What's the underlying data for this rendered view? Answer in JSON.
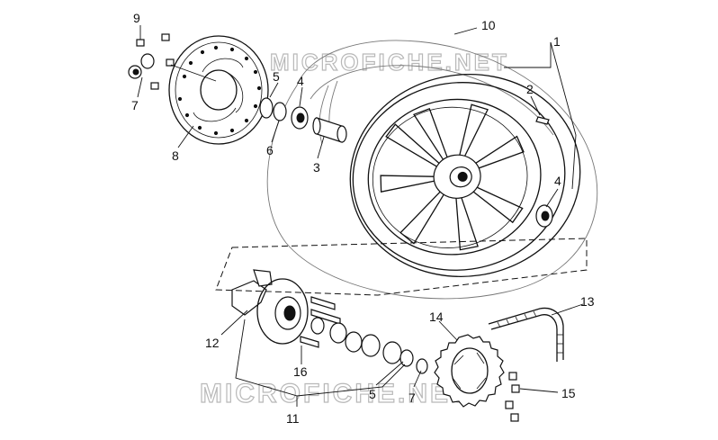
{
  "watermark": {
    "top": "MICROFICHE.NET",
    "bottom": "MICROFICHE.NET"
  },
  "callouts": [
    {
      "id": "c1",
      "text": "1"
    },
    {
      "id": "c2",
      "text": "2"
    },
    {
      "id": "c3",
      "text": "3"
    },
    {
      "id": "c4a",
      "text": "4"
    },
    {
      "id": "c4b",
      "text": "4"
    },
    {
      "id": "c5a",
      "text": "5"
    },
    {
      "id": "c5b",
      "text": "5"
    },
    {
      "id": "c6",
      "text": "6"
    },
    {
      "id": "c7a",
      "text": "7"
    },
    {
      "id": "c7b",
      "text": "7"
    },
    {
      "id": "c8",
      "text": "8"
    },
    {
      "id": "c9",
      "text": "9"
    },
    {
      "id": "c10",
      "text": "10"
    },
    {
      "id": "c11",
      "text": "11"
    },
    {
      "id": "c12",
      "text": "12"
    },
    {
      "id": "c13",
      "text": "13"
    },
    {
      "id": "c14",
      "text": "14"
    },
    {
      "id": "c15",
      "text": "15"
    },
    {
      "id": "c16",
      "text": "16"
    }
  ]
}
